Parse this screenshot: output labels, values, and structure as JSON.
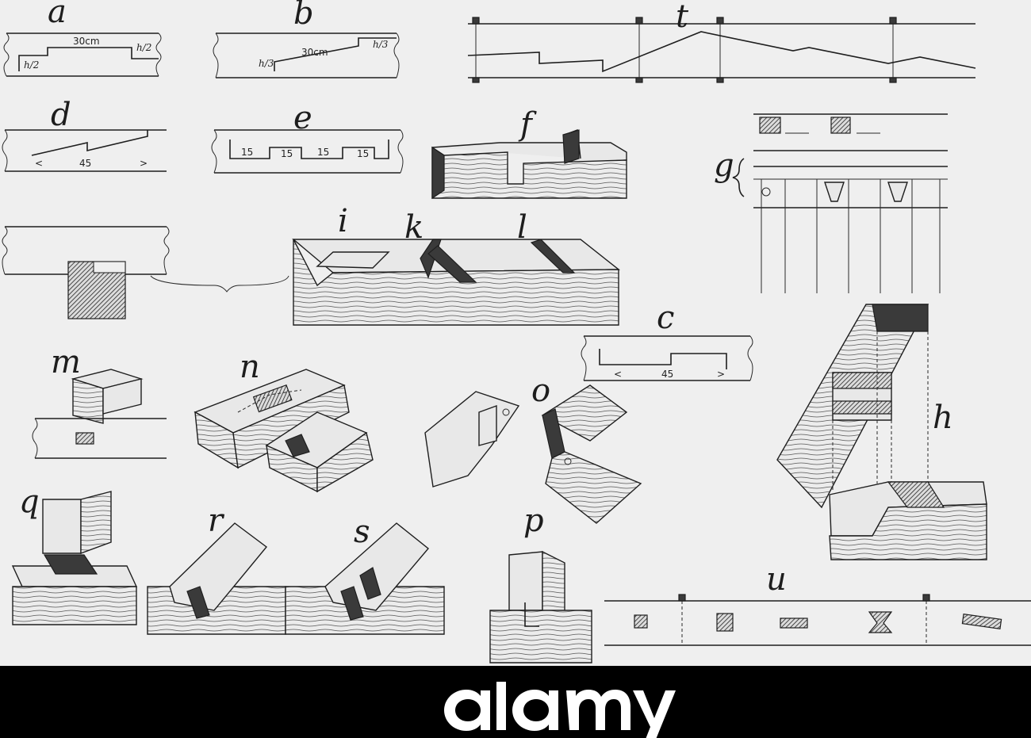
{
  "figure_labels": {
    "a": "a",
    "b": "b",
    "t": "t",
    "d": "d",
    "e": "e",
    "f": "f",
    "g": "g",
    "i": "i",
    "k": "k",
    "l": "l",
    "c": "c",
    "h": "h",
    "m": "m",
    "n": "n",
    "o": "o",
    "q": "q",
    "r": "r",
    "s": "s",
    "p": "p",
    "u": "u"
  },
  "dimensions": {
    "a_len": "30cm",
    "a_h_half_right": "h/2",
    "a_h_half_left": "h/2",
    "b_len": "30cm",
    "b_h_third_right": "h/3",
    "b_h_third_left": "h/3",
    "d_len": "45",
    "e_seg1": "15",
    "e_seg2": "15",
    "e_seg3": "15",
    "e_seg4": "15",
    "c_len": "45"
  },
  "brand_color": "#000000",
  "watermark": "alamy"
}
